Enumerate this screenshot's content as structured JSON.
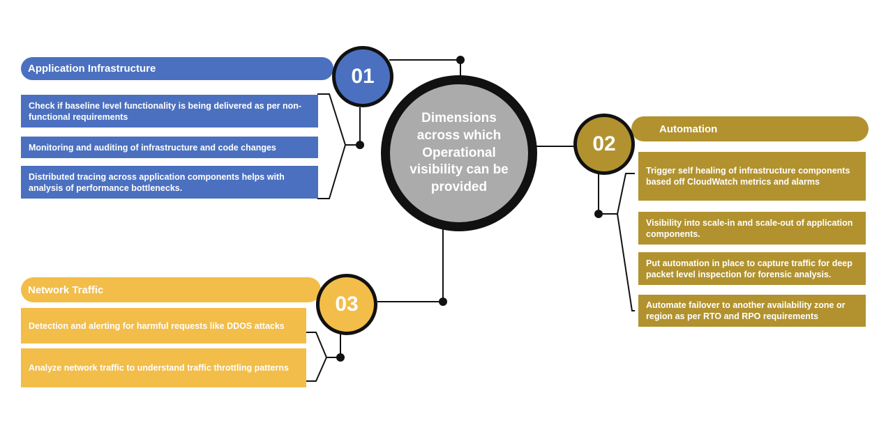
{
  "center": {
    "label": "Dimensions across which Operational visibility can be provided"
  },
  "sections": [
    {
      "number": "01",
      "title": "Application Infrastructure",
      "accent": "#4b70c0",
      "items": [
        "Check if baseline level functionality is being delivered as per non-functional requirements",
        "Monitoring and auditing of infrastructure and code changes",
        "Distributed tracing across application components helps with analysis of performance bottlenecks."
      ]
    },
    {
      "number": "02",
      "title": "Automation",
      "accent": "#b1922f",
      "items": [
        "Trigger self healing  of infrastructure components based off CloudWatch metrics and alarms",
        "Visibility into scale-in and scale-out of application components.",
        "Put automation in place to capture traffic for deep packet level inspection for forensic analysis.",
        "Automate failover to another  availability zone or region as per RTO and RPO requirements"
      ]
    },
    {
      "number": "03",
      "title": "Network Traffic",
      "accent": "#f2bd49",
      "items": [
        "Detection and alerting for harmful requests like DDOS attacks",
        "Analyze network traffic to understand traffic throttling patterns"
      ]
    }
  ],
  "colors": {
    "blue": "#4b70c0",
    "gold": "#b1922f",
    "yellow": "#f2bd49",
    "gray": "#ababab",
    "line": "#111111"
  }
}
